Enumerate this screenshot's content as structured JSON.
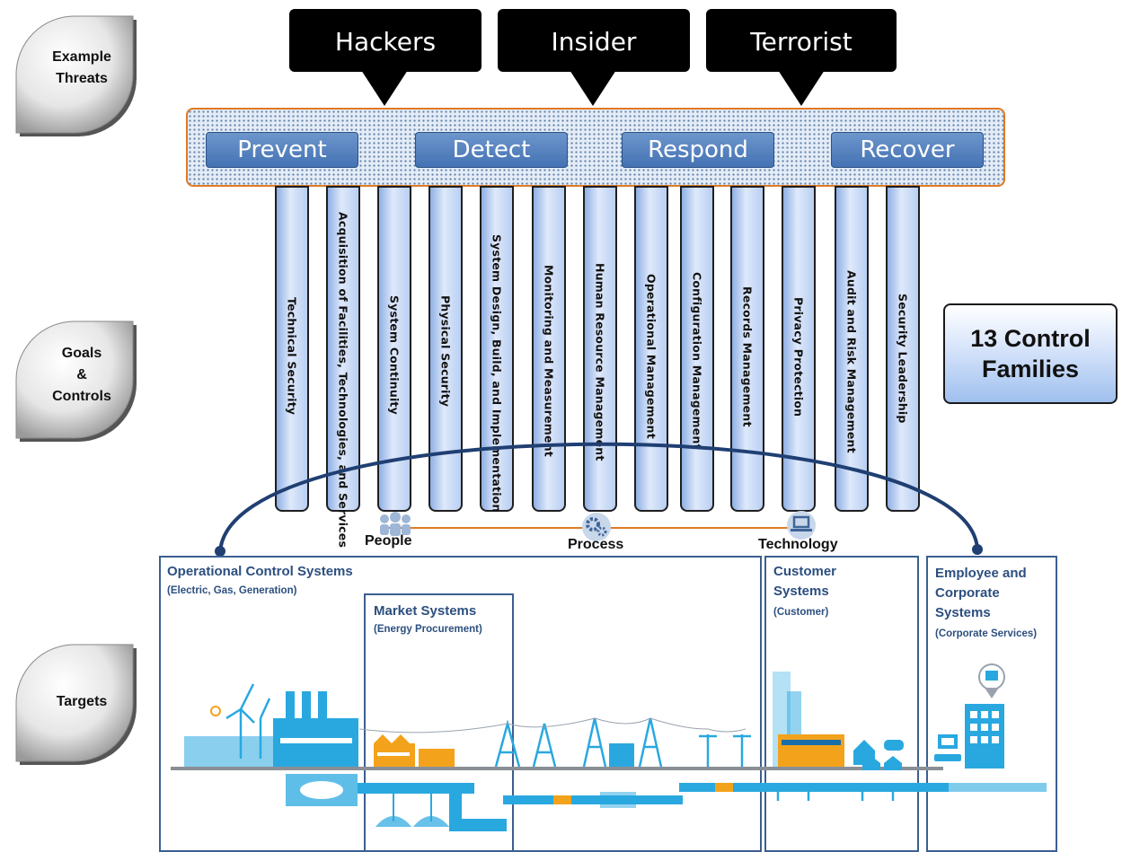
{
  "sections": {
    "threats_label": "Example\nThreats",
    "controls_label": "Goals\n&\nControls",
    "targets_label": "Targets"
  },
  "threats": [
    "Hackers",
    "Insider",
    "Terrorist"
  ],
  "goals": [
    "Prevent",
    "Detect",
    "Respond",
    "Recover"
  ],
  "controls": [
    "Technical Security",
    "Acquisition of Facilities, Technologies, and Services",
    "System Continuity",
    "Physical Security",
    "System Design, Build, and Implementation",
    "Monitoring and Measurement",
    "Human Resource Management",
    "Operational Management",
    "Configuration Management",
    "Records Management",
    "Privacy Protection",
    "Audit and Risk Management",
    "Security Leadership"
  ],
  "families_box": "13 Control\nFamilies",
  "dimensions": {
    "people": "People",
    "process": "Process",
    "technology": "Technology"
  },
  "targets": {
    "operational": {
      "title": "Operational Control Systems",
      "subtitle": "(Electric, Gas, Generation)"
    },
    "market": {
      "title": "Market Systems",
      "subtitle": "(Energy Procurement)"
    },
    "customer": {
      "title": "Customer\nSystems",
      "subtitle": "(Customer)"
    },
    "employee": {
      "title": "Employee and\nCorporate\nSystems",
      "subtitle": "(Corporate Services)"
    }
  },
  "colors": {
    "accent": "#4472b3",
    "band_border": "#e07a24",
    "target_title": "#2c4f7f",
    "infrastructure": "#29a8e0",
    "factory_orange": "#f3a21c"
  }
}
